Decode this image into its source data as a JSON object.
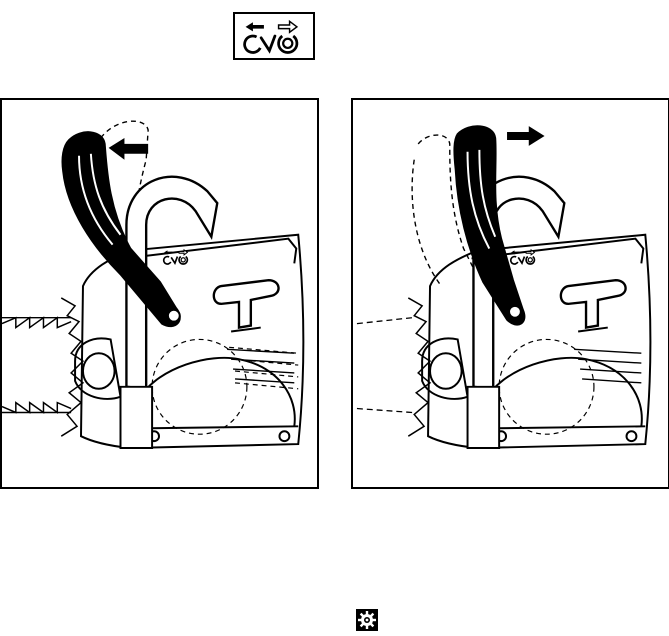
{
  "page": {
    "icons": {
      "brake_symbol": "chain-brake-engage-release-symbol",
      "left_figure": "chain-brake-engaged-illustration",
      "right_figure": "chain-brake-released-illustration",
      "service": "service-gear-icon"
    },
    "figures": [
      {
        "id": "left",
        "handguard_direction": "forward",
        "arrow_direction": "left"
      },
      {
        "id": "right",
        "handguard_direction": "back",
        "arrow_direction": "right"
      }
    ],
    "colors": {
      "ink": "#000000",
      "paper": "#ffffff"
    }
  }
}
